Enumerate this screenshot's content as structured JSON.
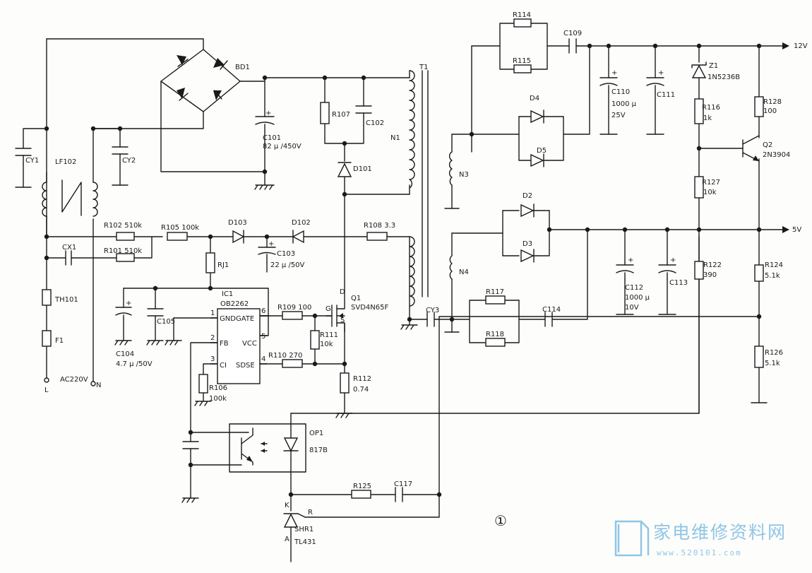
{
  "inputs": {
    "line": "L",
    "neutral": "N",
    "mains": "AC220V"
  },
  "outputs": {
    "out_12v": "12V",
    "out_5v": "5V"
  },
  "figure_number": "①",
  "components": {
    "CY1": "CY1",
    "CY2": "CY2",
    "LF102": "LF102",
    "CX1": "CX1",
    "TH101": "TH101",
    "F1": "F1",
    "BD1": "BD1",
    "C101": "C101",
    "C101_val": "82 μ /450V",
    "R107": "R107",
    "C102": "C102",
    "D101": "D101",
    "N1": "N1",
    "T1": "T1",
    "R102": "R102  510k",
    "R101": "R101  510k",
    "R105": "R105  100k",
    "D103": "D103",
    "D102": "D102",
    "R108": "R108  3.3",
    "C103": "C103",
    "C103_val": "22 μ /50V",
    "RJ1": "RJ1",
    "IC1": "IC1",
    "IC1_part": "OB2262",
    "pin_gnd": "GND",
    "pin_gate": "GATE",
    "pin_fb": "FB",
    "pin_vcc": "VCC",
    "pin_ci": "CI",
    "pin_sdse": "SDSE",
    "pin1": "1",
    "pin2": "2",
    "pin3": "3",
    "pin4": "4",
    "pin5": "5",
    "pin6": "6",
    "R109": "R109  100",
    "R111": "R111",
    "R111_val": "10k",
    "R110": "R110  270",
    "R112": "R112",
    "R112_val": "0.74",
    "Q1": "Q1",
    "Q1_part": "SVD4N65F",
    "Q1_d": "D",
    "Q1_g": "G",
    "Q1_s": "S",
    "C104": "C104",
    "C104_val": "4.7 μ /50V",
    "C105": "C105",
    "R106": "R106",
    "R106_val": "100k",
    "OP1": "OP1",
    "OP1_part": "817B",
    "R125": "R125",
    "C117": "C117",
    "SHR1": "SHR1",
    "SHR1_part": "TL431",
    "SHR1_k": "K",
    "SHR1_r": "R",
    "SHR1_a": "A",
    "R114": "R114",
    "R115": "R115",
    "C109": "C109",
    "N3": "N3",
    "N4": "N4",
    "D4": "D4",
    "D5": "D5",
    "D2": "D2",
    "D3": "D3",
    "C110": "C110",
    "C110_val1": "1000 μ",
    "C110_val2": "25V",
    "C111": "C111",
    "ZD1": "Z1",
    "ZD1_part": "1N5236B",
    "R116": "R116",
    "R116_val": "1k",
    "R127": "R127",
    "R127_val": "10k",
    "R128": "R128",
    "R128_val": "100",
    "Q2": "Q2",
    "Q2_part": "2N3904",
    "R117": "R117",
    "R118": "R118",
    "C114": "C114",
    "CY3": "CY3",
    "C112": "C112",
    "C112_val1": "1000 μ",
    "C112_val2": "10V",
    "C113": "C113",
    "R122": "R122",
    "R122_val": "390",
    "R124": "R124",
    "R124_val": "5.1k",
    "R126": "R126",
    "R126_val": "5.1k"
  },
  "watermark": {
    "text": "家电维修资料网",
    "url": "www.520101.com",
    "color": "#8fc6e6"
  }
}
